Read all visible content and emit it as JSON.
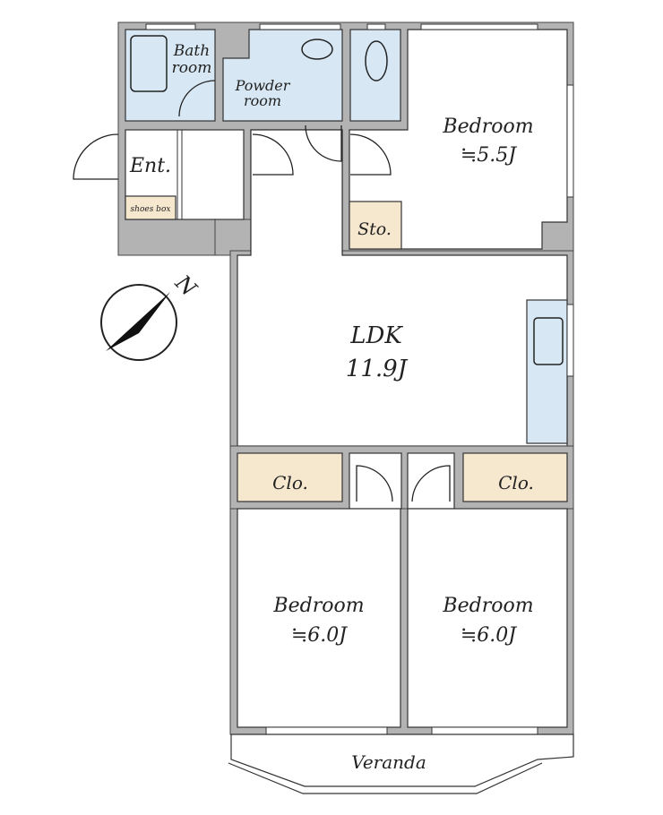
{
  "plan": {
    "rooms": {
      "bath": {
        "line1": "Bath",
        "line2": "room"
      },
      "powder": {
        "line1": "Powder",
        "line2": "room"
      },
      "entrance": "Ent.",
      "shoes_box": "shoes box",
      "storage": "Sto.",
      "bedroom_ne": {
        "name": "Bedroom",
        "size": "≒5.5J"
      },
      "ldk": {
        "name": "LDK",
        "size": "11.9J"
      },
      "closet_left": "Clo.",
      "closet_right": "Clo.",
      "bedroom_sw": {
        "name": "Bedroom",
        "size": "≒6.0J"
      },
      "bedroom_se": {
        "name": "Bedroom",
        "size": "≒6.0J"
      },
      "veranda": "Veranda"
    },
    "compass": {
      "label": "N"
    },
    "colors": {
      "wall": "#b3b3b3",
      "wet_area": "#d7e8f4",
      "storage": "#f6e7cf"
    }
  }
}
